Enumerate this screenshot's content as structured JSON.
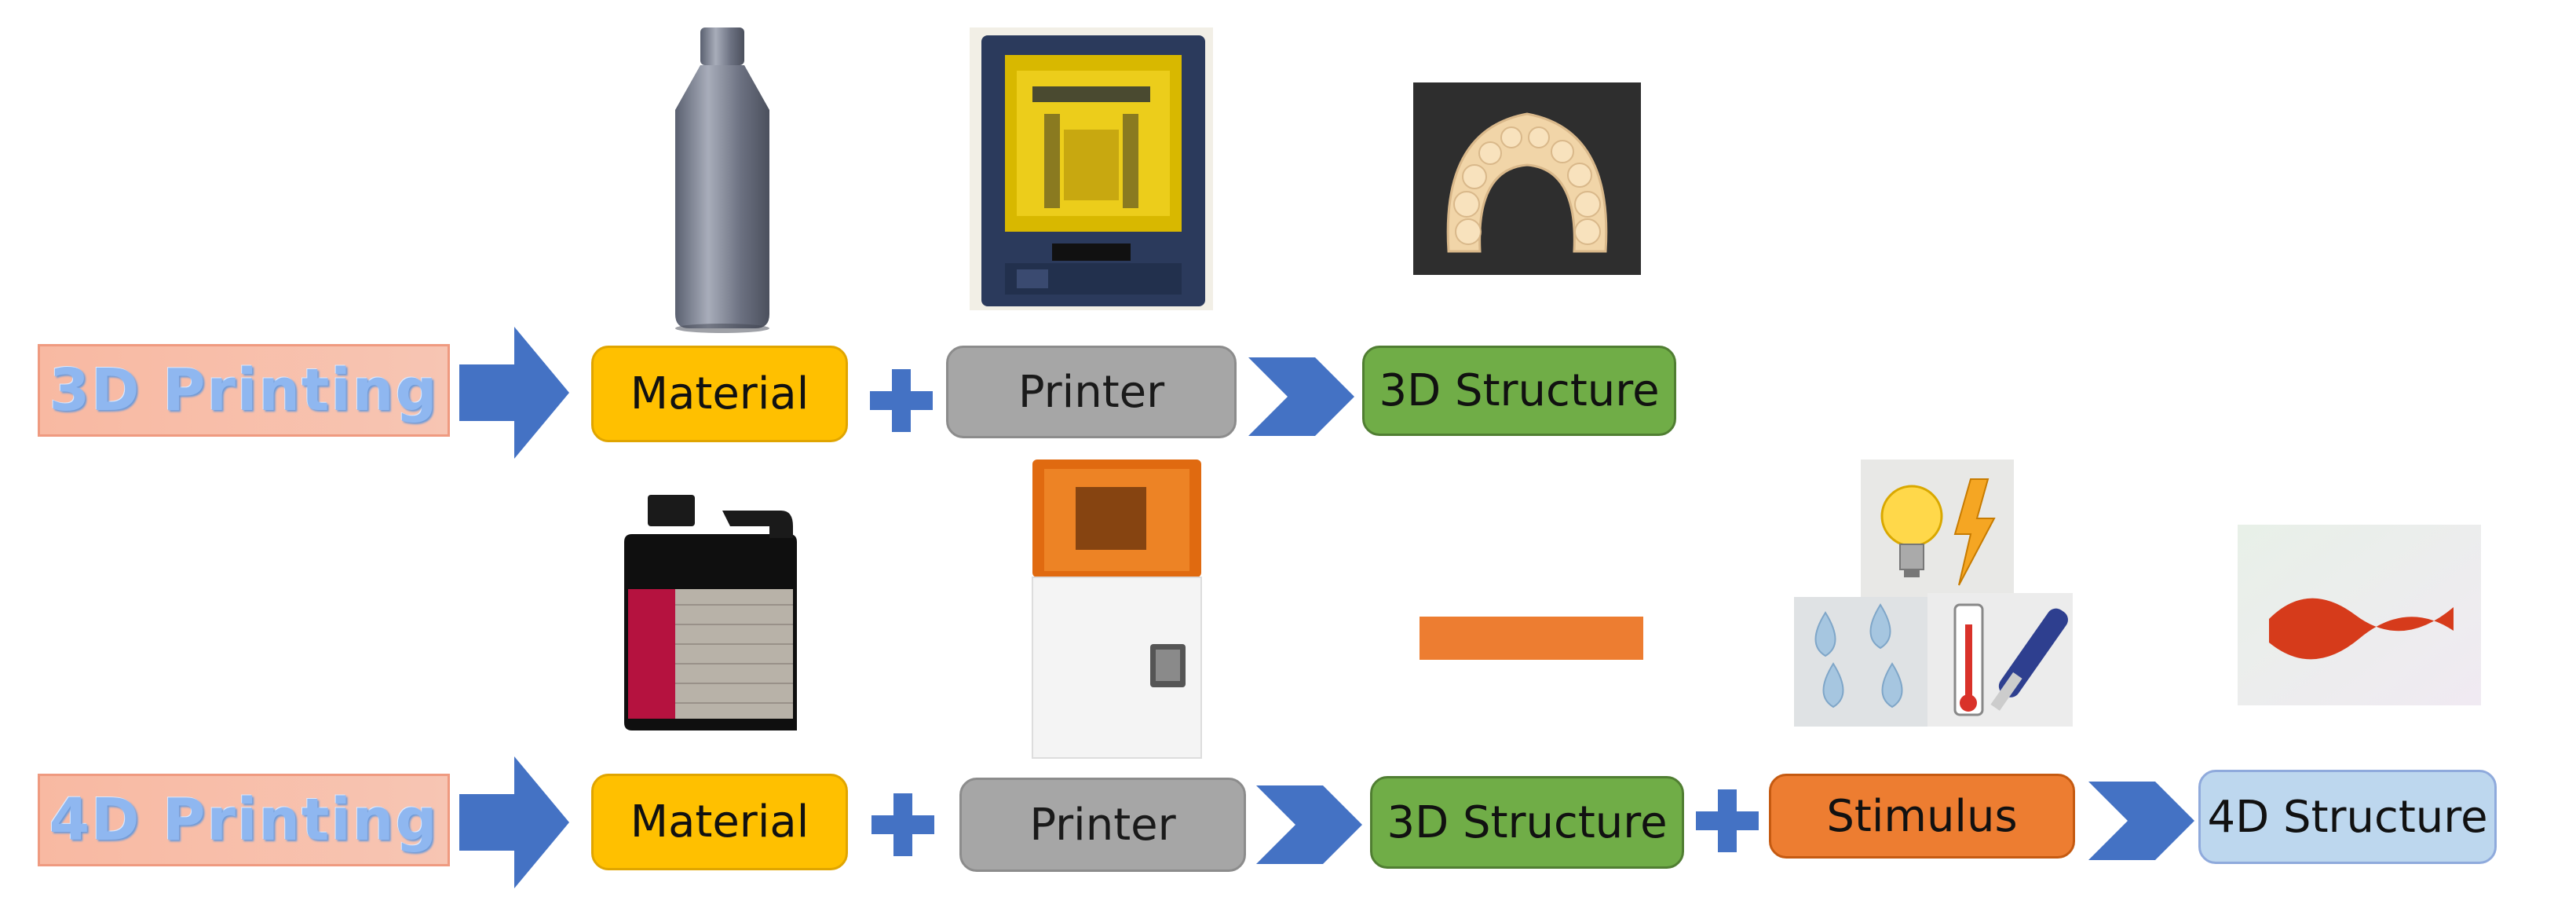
{
  "rows": [
    {
      "title": "3D Printing",
      "steps": {
        "material": "Material",
        "printer": "Printer",
        "result": "3D Structure"
      }
    },
    {
      "title": "4D Printing",
      "steps": {
        "material": "Material",
        "printer": "Printer",
        "structure": "3D Structure",
        "stimulus": "Stimulus",
        "result": "4D Structure"
      }
    }
  ],
  "colors": {
    "arrow": "#4472c4",
    "material": "#ffc000",
    "printer": "#a6a6a6",
    "structure3d": "#70ad47",
    "stimulus": "#ed7d31",
    "structure4d": "#bdd7ee",
    "title_bg": "#f8b9a2",
    "title_text": "#8fb7f0"
  },
  "icons": [
    "resin-bottle-icon",
    "sla-printer-icon",
    "dental-model-icon",
    "resin-tank-icon",
    "enclosed-printer-icon",
    "minus-sign",
    "lightbulb-icon",
    "lightning-icon",
    "water-drops-icon",
    "thermometer-icon",
    "wave-shape-icon"
  ]
}
